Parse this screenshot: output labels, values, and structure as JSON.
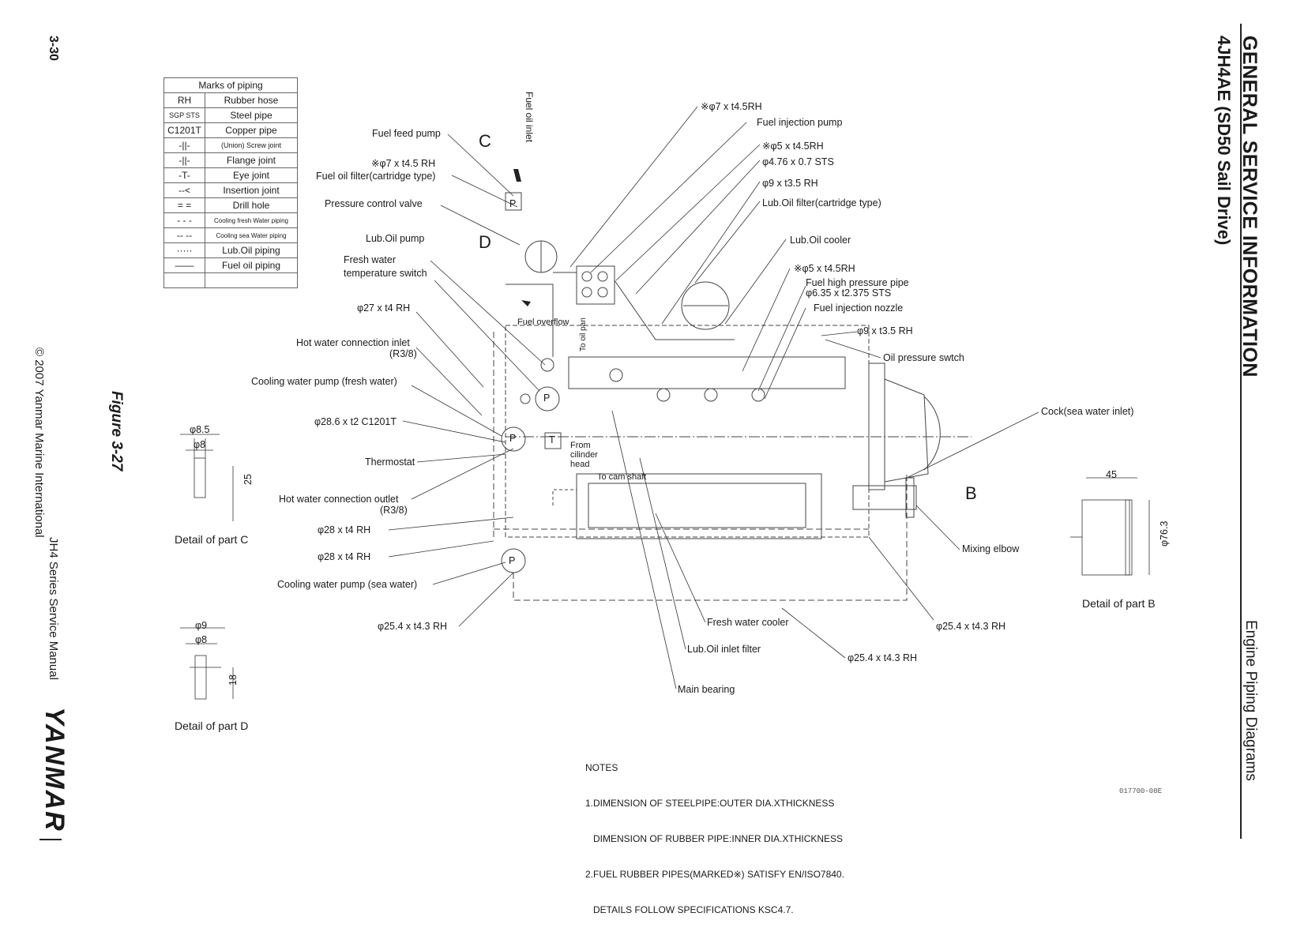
{
  "header": {
    "section": "GENERAL SERVICE INFORMATION",
    "model": "4JH4AE (SD50 Sail Drive)",
    "topic": "Engine Piping Diagrams"
  },
  "sidebar": {
    "page_number": "3-30",
    "copyright": "© 2007 Yanmar Marine International",
    "manual": "JH4 Series Service Manual",
    "brand": "YANMAR"
  },
  "figure": {
    "caption": "Figure 3-27",
    "code": "017700-00E"
  },
  "legend": {
    "title": "Marks of piping",
    "rows": [
      {
        "mark": "RH",
        "meaning": "Rubber hose"
      },
      {
        "mark": "SGP STS",
        "meaning": "Steel pipe"
      },
      {
        "mark": "C1201T",
        "meaning": "Copper pipe"
      },
      {
        "mark": "",
        "meaning": "(Union) Screw joint"
      },
      {
        "mark": "",
        "meaning": "Flange joint"
      },
      {
        "mark": "",
        "meaning": "Eye joint"
      },
      {
        "mark": "",
        "meaning": "Insertion joint"
      },
      {
        "mark": "",
        "meaning": "Drill hole"
      },
      {
        "mark": "",
        "meaning": "Cooling fresh Water piping"
      },
      {
        "mark": "",
        "meaning": "Cooling sea Water piping"
      },
      {
        "mark": "",
        "meaning": "Lub.Oil piping"
      },
      {
        "mark": "",
        "meaning": "Fuel oil piping"
      }
    ]
  },
  "labels": {
    "fuel_oil_inlet": "Fuel oil inlet",
    "fuel_feed_pump": "Fuel feed pump",
    "c": "C",
    "d": "D",
    "b": "B",
    "p": "P",
    "t": "T",
    "rh7": "※φ7 x t4.5 RH",
    "fuel_filter": "Fuel oil filter(cartridge type)",
    "pressure_valve": "Pressure control valve",
    "lub_pump": "Lub.Oil pump",
    "fw_temp_1": "Fresh water",
    "fw_temp_2": "temperature switch",
    "p27": "φ27 x t4 RH",
    "fuel_overflow": "Fuel overflow",
    "to_oil_pan": "To oil pan",
    "hw_inlet_1": "Hot water connection inlet",
    "hw_inlet_2": "(R3/8)",
    "cw_pump_fresh": "Cooling water pump (fresh water)",
    "p286": "φ28.6 x t2 C1201T",
    "from_head_1": "From",
    "from_head_2": "cilinder",
    "from_head_3": "head",
    "thermostat": "Thermostat",
    "to_cam": "To cam shaft",
    "hw_outlet_1": "Hot water connection outlet",
    "hw_outlet_2": "(R3/8)",
    "p28a": "φ28 x t4 RH",
    "p28b": "φ28 x t4 RH",
    "cw_pump_sea": "Cooling water pump (sea water)",
    "p254a": "φ25.4 x t4.3 RH",
    "top_rh7": "※φ7 x t4.5RH",
    "fuel_inj_pump": "Fuel injection pump",
    "rh5a": "※φ5 x t4.5RH",
    "sts476": "φ4.76 x 0.7 STS",
    "p9a": "φ9 x t3.5 RH",
    "lub_filter": "Lub.Oil filter(cartridge type)",
    "lub_cooler": "Lub.Oil cooler",
    "rh5b": "※φ5 x t4.5RH",
    "hp_pipe": "Fuel high pressure pipe",
    "sts635": "φ6.35 x t2.375 STS",
    "nozzle": "Fuel injection nozzle",
    "p9b": "φ9 x t3.5 RH",
    "oil_switch": "Oil pressure swtch",
    "cock": "Cock(sea water inlet)",
    "mixing": "Mixing elbow",
    "p254b": "φ25.4 x t4.3 RH",
    "p254c": "φ25.4 x t4.3 RH",
    "fw_cooler": "Fresh water cooler",
    "lub_inlet": "Lub.Oil inlet filter",
    "main_bearing": "Main bearing"
  },
  "details": {
    "c": {
      "title": "Detail of part C",
      "d1": "φ8.5",
      "d2": "φ8",
      "len": "25"
    },
    "d": {
      "title": "Detail of part D",
      "d1": "φ9",
      "d2": "φ8",
      "len": "18"
    },
    "b": {
      "title": "Detail of part B",
      "w": "45",
      "d": "φ76.3"
    }
  },
  "notes": {
    "title": "NOTES",
    "lines": [
      "1.DIMENSION OF STEELPIPE:OUTER DIA.XTHICKNESS",
      "   DIMENSION OF RUBBER PIPE:INNER DIA.XTHICKNESS",
      "2.FUEL RUBBER PIPES(MARKED※) SATISFY EN/ISO7840.",
      "   DETAILS FOLLOW SPECIFICATIONS KSC4.7."
    ]
  }
}
